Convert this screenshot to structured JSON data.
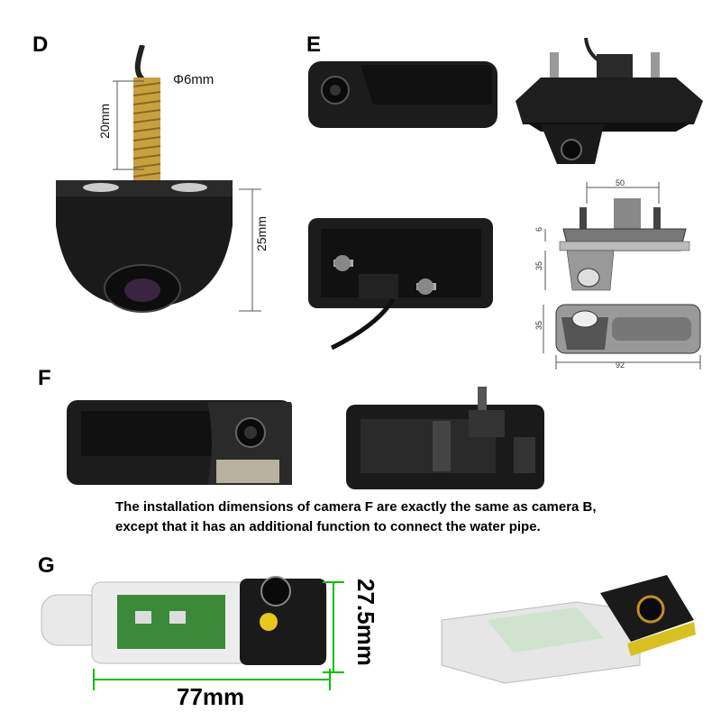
{
  "sections": {
    "d": "D",
    "e": "E",
    "f": "F",
    "g": "G"
  },
  "camera_d": {
    "thread_diameter": "Φ6mm",
    "thread_length": "20mm",
    "body_height": "25mm"
  },
  "camera_e": {
    "width_top": "50",
    "height_bolt": "6",
    "height_body": "35",
    "height_front": "35",
    "width_front": "92"
  },
  "camera_f": {
    "note_line1": "The installation dimensions of camera F are exactly the same as camera B,",
    "note_line2": "except that it has an additional function to connect the water pipe."
  },
  "camera_g": {
    "height": "27.5mm",
    "width": "77mm"
  },
  "colors": {
    "dimension_line_g": "#00c000",
    "camera_body": "#1a1a1a",
    "brass": "#c8a040"
  }
}
